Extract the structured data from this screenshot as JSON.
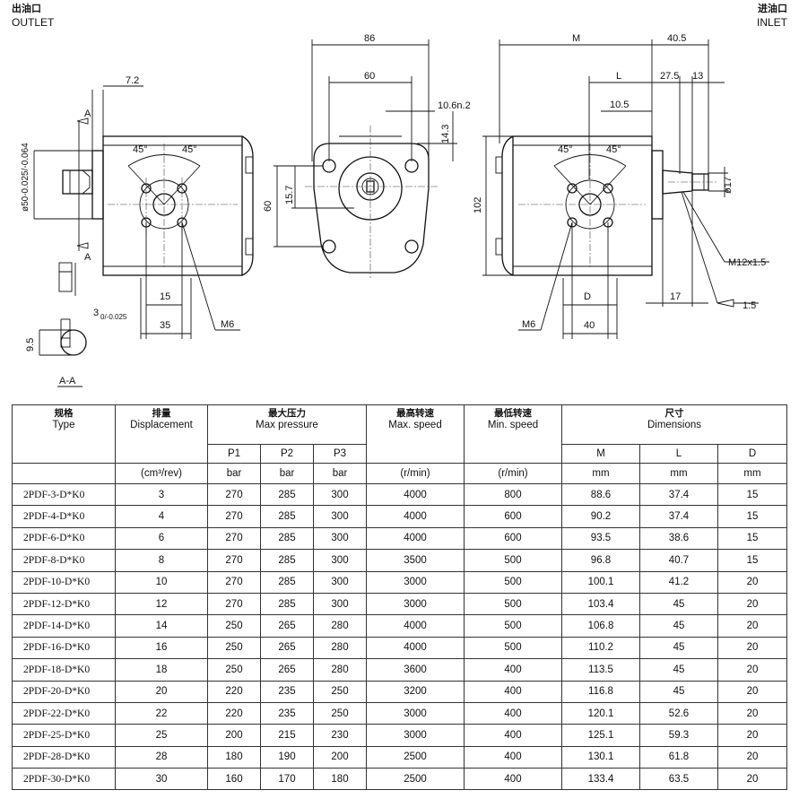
{
  "corners": {
    "outlet_zh": "出油口",
    "outlet_en": "OUTLET",
    "inlet_zh": "进油口",
    "inlet_en": "INLET"
  },
  "drawing": {
    "dims": {
      "d86": "86",
      "d60": "60",
      "dM": "M",
      "d40_5": "40.5",
      "dL": "L",
      "d27_5": "27.5",
      "d13": "13",
      "d10_5": "10.5",
      "d10_6": "10.6n.2",
      "d14_3": "14.3",
      "d60v": "60",
      "d15_7": "15.7",
      "d102": "102",
      "d7_2": "7.2",
      "phi50": "ø50-0.025/-0.064",
      "d15": "15",
      "d35": "35",
      "dD": "D",
      "d40": "40",
      "d17": "17",
      "phi17": "ø17",
      "m12": "M12x1.5",
      "taper": "1:5",
      "m6_left": "M6",
      "m6_right": "M6",
      "angle1": "45°",
      "angle2": "45°",
      "angle3": "45°",
      "angle4": "45°",
      "key_w": "3",
      "key_tol": "0/-0.025",
      "d9_5": "9.5",
      "section_a1": "A",
      "section_a2": "A",
      "section_label": "A-A"
    }
  },
  "table": {
    "headers": {
      "type_zh": "规格",
      "type_en": "Type",
      "disp_zh": "排量",
      "disp_en": "Displacement",
      "press_zh": "最大压力",
      "press_en": "Max pressure",
      "max_zh": "最高转速",
      "max_en": "Max. speed",
      "min_zh": "最低转速",
      "min_en": "Min. speed",
      "dim_zh": "尺寸",
      "dim_en": "Dimensions",
      "p1": "P1",
      "p2": "P2",
      "p3": "P3",
      "m": "M",
      "l": "L",
      "d": "D"
    },
    "units": {
      "disp": "(cm³/rev)",
      "p1": "bar",
      "p2": "bar",
      "p3": "bar",
      "max": "(r/min)",
      "min": "(r/min)",
      "m": "mm",
      "l": "mm",
      "d": "mm"
    },
    "rows": [
      {
        "type": "2PDF-3-D*K0",
        "disp": "3",
        "p1": "270",
        "p2": "285",
        "p3": "300",
        "max": "4000",
        "min": "800",
        "m": "88.6",
        "l": "37.4",
        "d": "15"
      },
      {
        "type": "2PDF-4-D*K0",
        "disp": "4",
        "p1": "270",
        "p2": "285",
        "p3": "300",
        "max": "4000",
        "min": "600",
        "m": "90.2",
        "l": "37.4",
        "d": "15"
      },
      {
        "type": "2PDF-6-D*K0",
        "disp": "6",
        "p1": "270",
        "p2": "285",
        "p3": "300",
        "max": "4000",
        "min": "600",
        "m": "93.5",
        "l": "38.6",
        "d": "15"
      },
      {
        "type": "2PDF-8-D*K0",
        "disp": "8",
        "p1": "270",
        "p2": "285",
        "p3": "300",
        "max": "3500",
        "min": "500",
        "m": "96.8",
        "l": "40.7",
        "d": "15"
      },
      {
        "type": "2PDF-10-D*K0",
        "disp": "10",
        "p1": "270",
        "p2": "285",
        "p3": "300",
        "max": "3000",
        "min": "500",
        "m": "100.1",
        "l": "41.2",
        "d": "20"
      },
      {
        "type": "2PDF-12-D*K0",
        "disp": "12",
        "p1": "270",
        "p2": "285",
        "p3": "300",
        "max": "3000",
        "min": "500",
        "m": "103.4",
        "l": "45",
        "d": "20"
      },
      {
        "type": "2PDF-14-D*K0",
        "disp": "14",
        "p1": "250",
        "p2": "265",
        "p3": "280",
        "max": "4000",
        "min": "500",
        "m": "106.8",
        "l": "45",
        "d": "20"
      },
      {
        "type": "2PDF-16-D*K0",
        "disp": "16",
        "p1": "250",
        "p2": "265",
        "p3": "280",
        "max": "4000",
        "min": "500",
        "m": "110.2",
        "l": "45",
        "d": "20"
      },
      {
        "type": "2PDF-18-D*K0",
        "disp": "18",
        "p1": "250",
        "p2": "265",
        "p3": "280",
        "max": "3600",
        "min": "400",
        "m": "113.5",
        "l": "45",
        "d": "20"
      },
      {
        "type": "2PDF-20-D*K0",
        "disp": "20",
        "p1": "220",
        "p2": "235",
        "p3": "250",
        "max": "3200",
        "min": "400",
        "m": "116.8",
        "l": "45",
        "d": "20"
      },
      {
        "type": "2PDF-22-D*K0",
        "disp": "22",
        "p1": "220",
        "p2": "235",
        "p3": "250",
        "max": "3000",
        "min": "400",
        "m": "120.1",
        "l": "52.6",
        "d": "20"
      },
      {
        "type": "2PDF-25-D*K0",
        "disp": "25",
        "p1": "200",
        "p2": "215",
        "p3": "230",
        "max": "3000",
        "min": "400",
        "m": "125.1",
        "l": "59.3",
        "d": "20"
      },
      {
        "type": "2PDF-28-D*K0",
        "disp": "28",
        "p1": "180",
        "p2": "190",
        "p3": "200",
        "max": "2500",
        "min": "400",
        "m": "130.1",
        "l": "61.8",
        "d": "20"
      },
      {
        "type": "2PDF-30-D*K0",
        "disp": "30",
        "p1": "160",
        "p2": "170",
        "p3": "180",
        "max": "2500",
        "min": "400",
        "m": "133.4",
        "l": "63.5",
        "d": "20"
      }
    ]
  }
}
